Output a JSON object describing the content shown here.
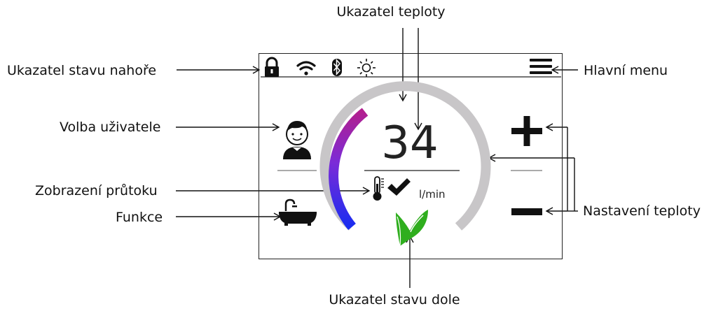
{
  "labels": {
    "temperature_indicator": "Ukazatel teploty",
    "status_top": "Ukazatel stavu nahoře",
    "user_selection": "Volba uživatele",
    "flow_display": "Zobrazení průtoku",
    "function": "Funkce",
    "main_menu": "Hlavní menu",
    "temperature_setting": "Nastavení teploty",
    "status_bottom": "Ukazatel stavu dole"
  },
  "display": {
    "temperature": "34",
    "flow_unit": "l/min"
  },
  "status_icons": [
    "lock-icon",
    "wifi-icon",
    "bluetooth-icon",
    "sun-icon"
  ],
  "colors": {
    "arc_gray": "#c8c6c8",
    "arc_gradient": [
      "#1a2cf0",
      "#7a2bd8",
      "#b21f8f"
    ],
    "leaf_green": "#2fae1e"
  }
}
